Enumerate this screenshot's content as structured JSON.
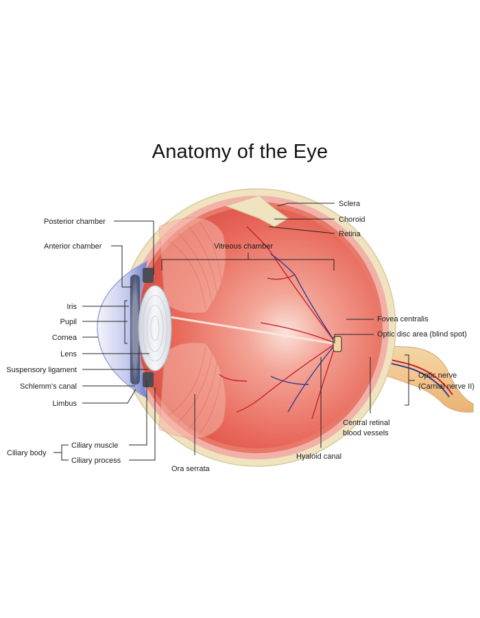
{
  "title": "Anatomy of the Eye",
  "labels": {
    "sclera": "Sclera",
    "choroid": "Choroid",
    "retina": "Retina",
    "fovea_centralis": "Fovea centralis",
    "optic_disc": "Optic disc area (blind spot)",
    "optic_nerve": "Optic nerve",
    "optic_nerve_sub": "(Carnial nerve II)",
    "central_retinal_1": "Central retinal",
    "central_retinal_2": "blood vessels",
    "hyaloid_canal": "Hyaloid canal",
    "ora_serrata": "Ora serrata",
    "vitreous_chamber": "Vitreous chamber",
    "posterior_chamber": "Posterior chamber",
    "anterior_chamber": "Anterior chamber",
    "iris": "Iris",
    "pupil": "Pupil",
    "cornea": "Cornea",
    "lens": "Lens",
    "suspensory_ligament": "Suspensory ligament",
    "schlemms_canal": "Schlemm’s canal",
    "limbus": "Limbus",
    "ciliary_body": "Ciliary body",
    "ciliary_muscle": "Ciliary muscle",
    "ciliary_process": "Ciliary process"
  },
  "colors": {
    "sclera": "#efe3c0",
    "choroid": "#f2a8a3",
    "retina": "#e65a4d",
    "vitreous": "#ec6a5a",
    "cornea": "#c9d0f0",
    "lens": "#e8ecf1",
    "vessel_red": "#c81e2a",
    "vessel_blue": "#3a3a8c"
  }
}
